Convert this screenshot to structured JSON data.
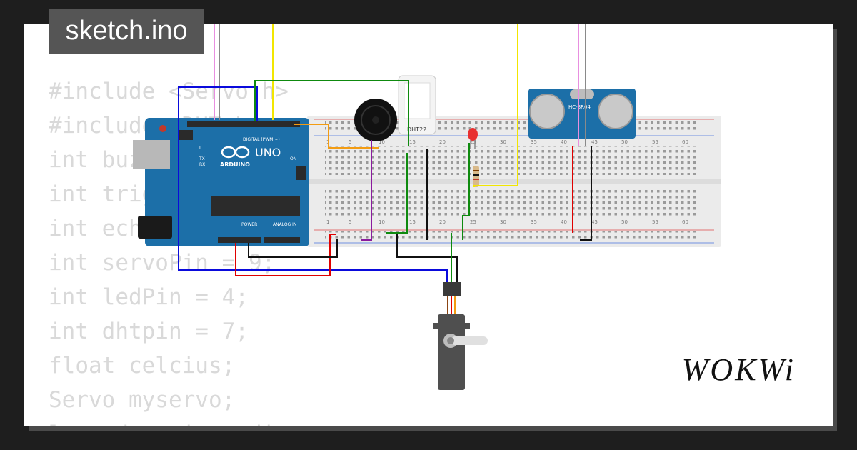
{
  "title": "sketch.ino",
  "brand": "WOKWi",
  "code_lines": [
    "#include <Servo.h>",
    "#include <DHT.h>",
    "int buzzerPin = 8;",
    "int trigPin = 10;",
    "int echoPin = 11;",
    "int servoPin = 9;",
    "int ledPin = 4;",
    "int dhtpin = 7;",
    "float celcius;",
    "Servo myservo;",
    "long duration, distance;"
  ],
  "arduino": {
    "model": "UNO",
    "brand": "ARDUINO",
    "digital_label": "DIGITAL (PWM ~)",
    "power_label": "POWER",
    "analog_label": "ANALOG IN",
    "on_label": "ON",
    "tx": "TX",
    "rx": "RX",
    "l": "L"
  },
  "dht_label": "DHT22",
  "ultrasonic_label": "HC-SR04",
  "breadboard_numbers": [
    "1",
    "5",
    "10",
    "15",
    "20",
    "25",
    "30",
    "35",
    "40",
    "45",
    "50",
    "55",
    "60"
  ],
  "wire_colors": {
    "pink": "#e88fe0",
    "gray": "#8a8a8a",
    "yellow": "#f2e600",
    "blue": "#0a0adc",
    "green": "#0e8a0e",
    "red": "#e00000",
    "black": "#111111",
    "purple": "#8b1a9e",
    "orange": "#f39c12"
  }
}
